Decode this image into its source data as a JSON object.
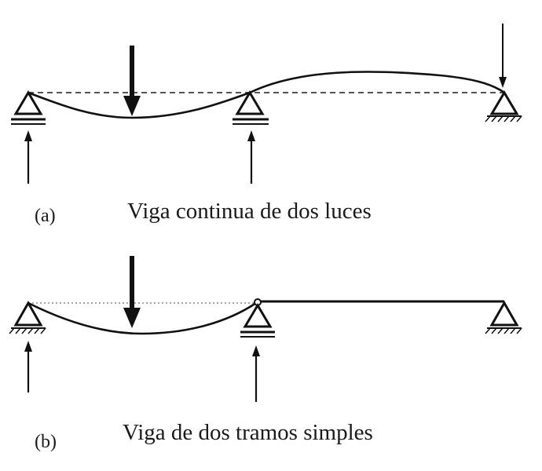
{
  "diagram_a": {
    "label": "(a)",
    "caption": "Viga continua de dos luces"
  },
  "diagram_b": {
    "label": "(b)",
    "caption": "Viga de dos tramos simples"
  },
  "colors": {
    "ink": "#111111",
    "reference_line": "#555555"
  }
}
